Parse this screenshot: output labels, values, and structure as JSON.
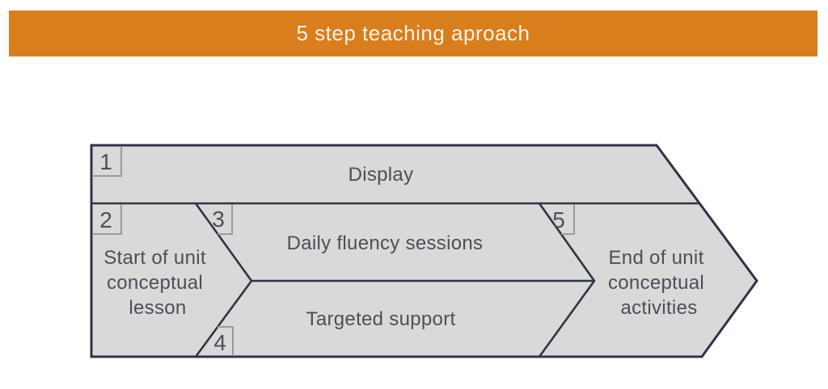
{
  "banner": {
    "title": "5 step teaching aproach"
  },
  "colors": {
    "banner_bg": "#D87E1D",
    "banner_text": "#F6F1E7",
    "shape_fill": "#D9D9D9",
    "shape_stroke": "#2E3445",
    "badge_border": "#9A9A9A",
    "label_text": "#4C4F58"
  },
  "diagram": {
    "type": "process-arrow",
    "steps": [
      {
        "number": "1",
        "label": "Display",
        "lines": [
          "Display"
        ]
      },
      {
        "number": "2",
        "label": "Start of unit conceptual lesson",
        "lines": [
          "Start of unit",
          "conceptual",
          "lesson"
        ]
      },
      {
        "number": "3",
        "label": "Daily fluency sessions",
        "lines": [
          "Daily fluency sessions"
        ]
      },
      {
        "number": "4",
        "label": "Targeted support",
        "lines": [
          "Targeted support"
        ]
      },
      {
        "number": "5",
        "label": "End of unit conceptual activities",
        "lines": [
          "End of unit",
          "conceptual",
          "activities"
        ]
      }
    ]
  }
}
